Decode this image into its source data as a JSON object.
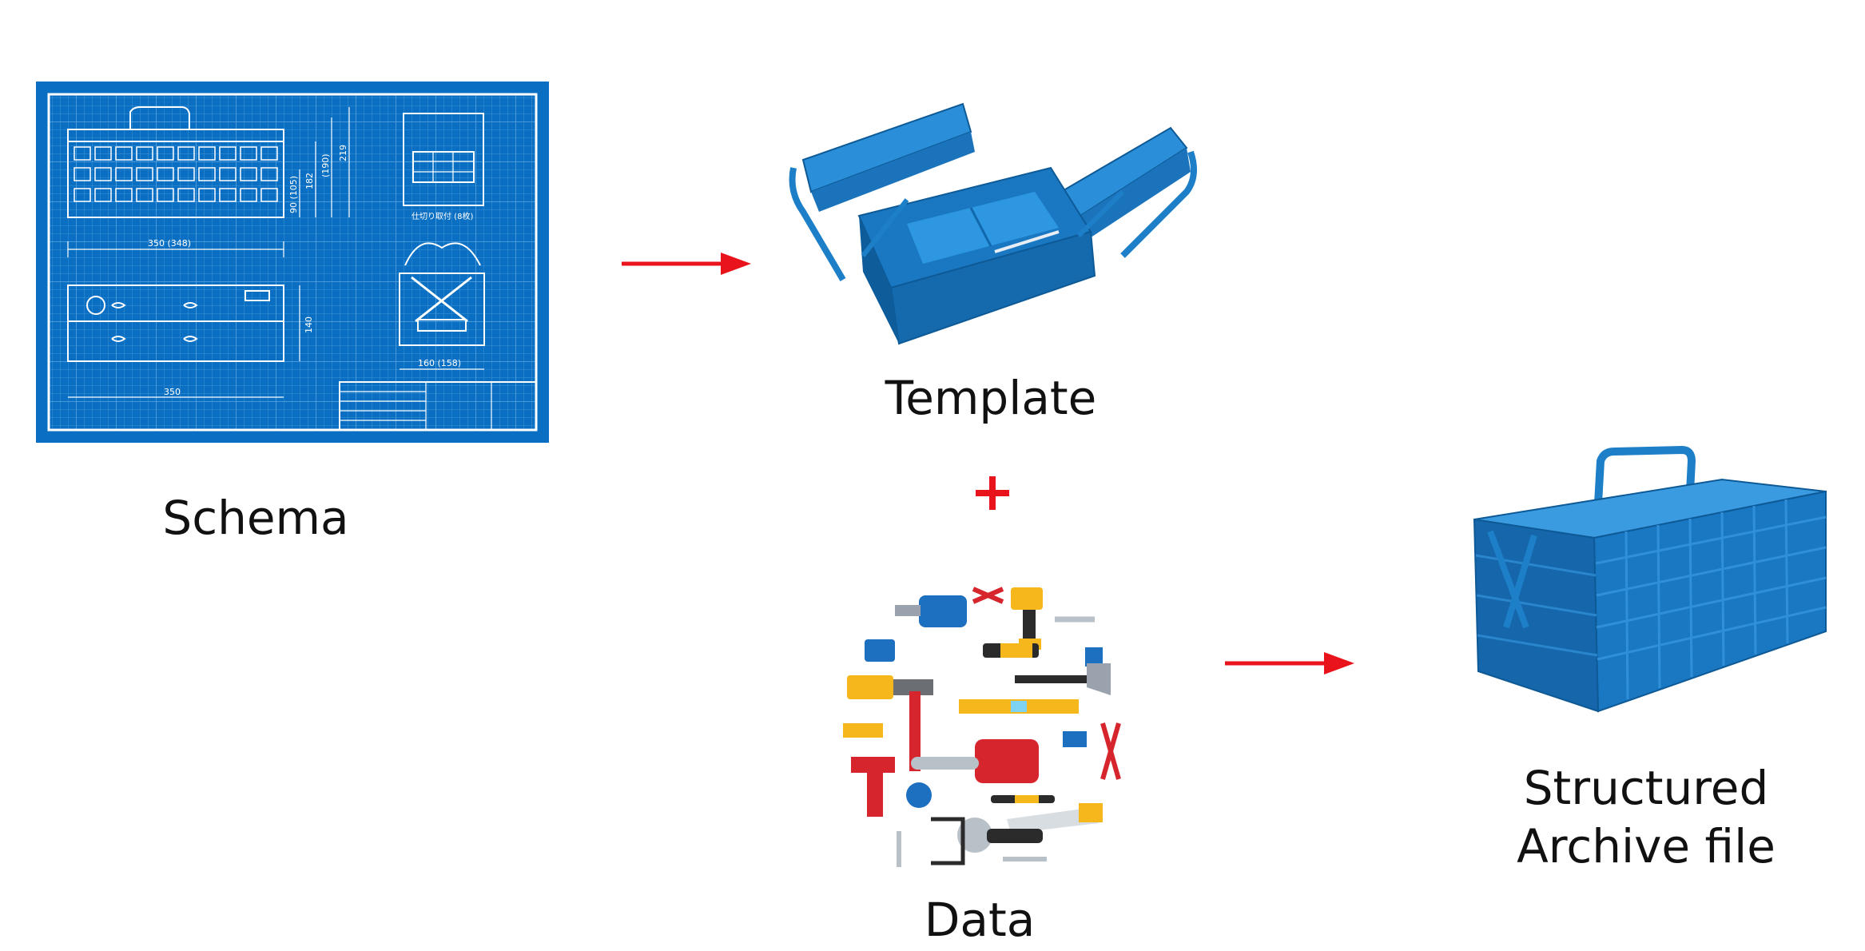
{
  "nodes": {
    "schema": {
      "label": "Schema"
    },
    "template": {
      "label": "Template"
    },
    "data": {
      "label": "Data"
    },
    "output": {
      "label_line1": "Structured",
      "label_line2": "Archive file"
    }
  },
  "operators": {
    "plus": "+"
  },
  "blueprint": {
    "dim_width": "350 (348)",
    "dim_length": "350",
    "dim_side": "160 (158)",
    "dim_h1": "90 (105)",
    "dim_h2": "182",
    "dim_h3": "(190)",
    "dim_h4": "219",
    "dim_depth": "140",
    "note": "仕切り取付 (8枚)"
  },
  "colors": {
    "accent_red": "#e8131b",
    "blueprint_bg": "#0a6fc2",
    "toolbox_blue": "#1d7fc8"
  }
}
